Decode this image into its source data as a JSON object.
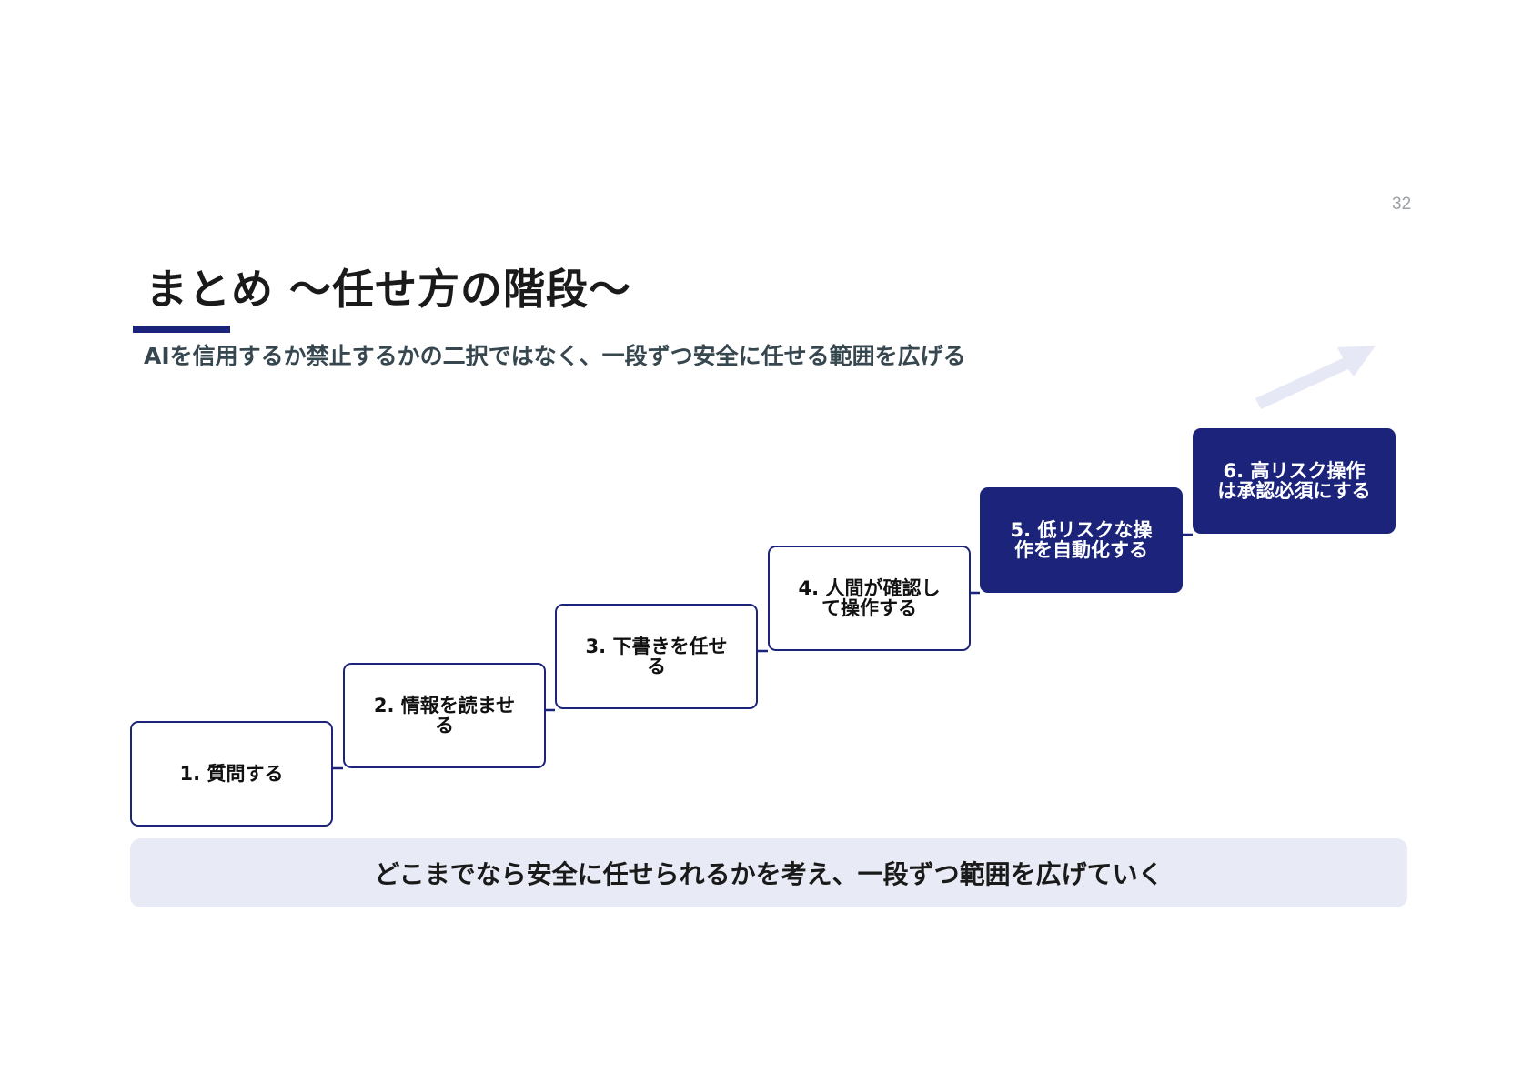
{
  "page_number": "32",
  "title": "まとめ ～任せ方の階段～",
  "subtitle": "AIを信用するか禁止するかの二択ではなく、一段ずつ安全に任せる範囲を広げる",
  "steps": [
    {
      "label": "1. 質問する",
      "style": "outline"
    },
    {
      "label": "2. 情報を読ませる",
      "style": "outline"
    },
    {
      "label": "3. 下書きを任せる",
      "style": "outline"
    },
    {
      "label": "4. 人間が確認して操作する",
      "style": "outline"
    },
    {
      "label": "5. 低リスクな操作を自動化する",
      "style": "filled"
    },
    {
      "label": "6. 高リスク操作は承認必須にする",
      "style": "filled"
    }
  ],
  "footer": "どこまでなら安全に任せられるかを考え、一段ずつ範囲を広げていく",
  "decoration": {
    "icon": "arrow-up-right-icon"
  },
  "colors": {
    "accent": "#1b237b",
    "footer_bg": "#e8eaf6",
    "arrow": "#e6e8f6",
    "subtitle": "#37474f"
  }
}
